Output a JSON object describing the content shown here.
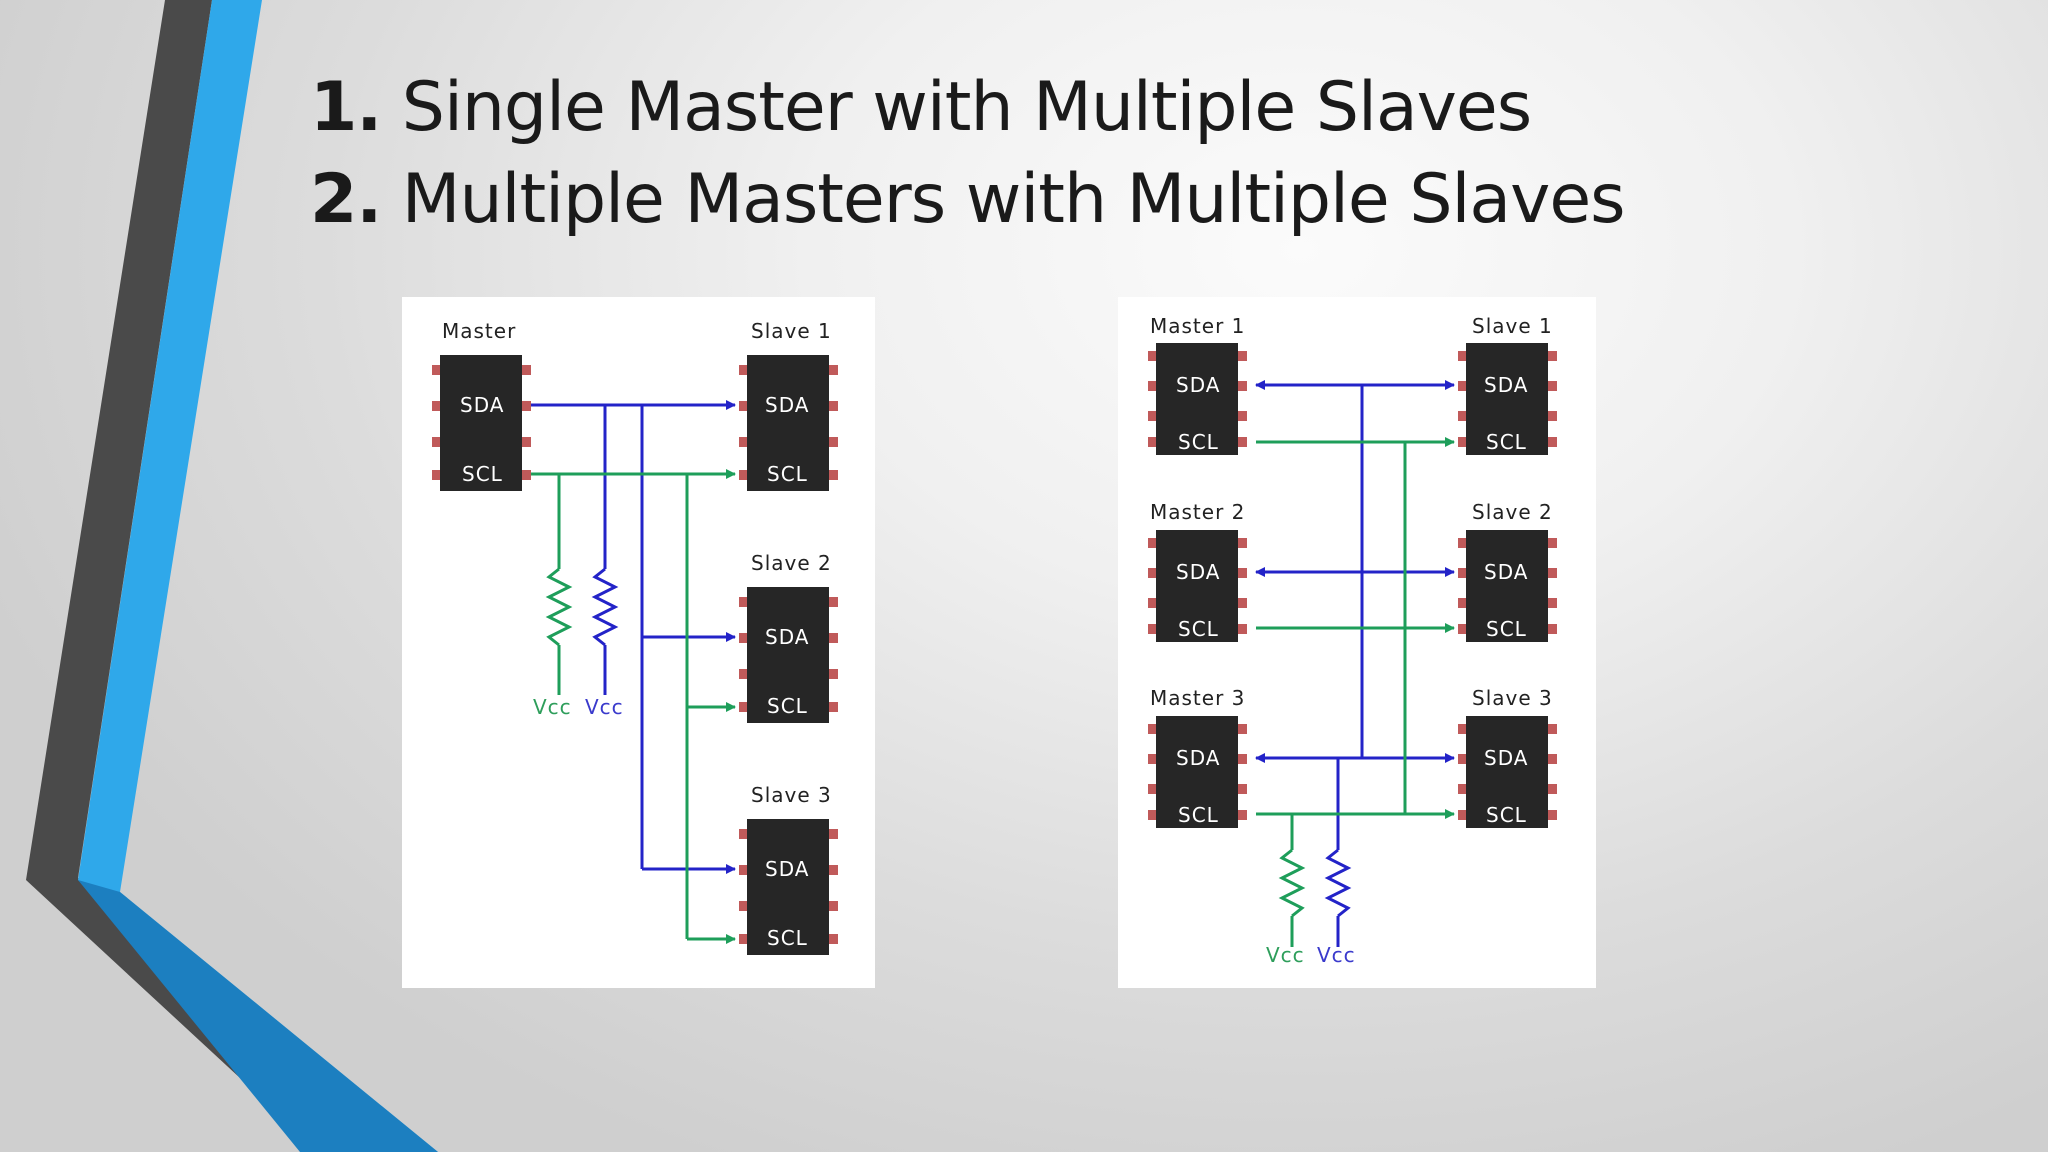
{
  "title": {
    "line1_num": "1.",
    "line1_text": "Single Master with Multiple Slaves",
    "line2_num": "2.",
    "line2_text": "Multiple Masters with Multiple Slaves"
  },
  "colors": {
    "sda_line": "#2323c8",
    "scl_line": "#1e9e5a",
    "chip_body": "#262626",
    "chip_pin": "#c05a5a",
    "accent_blue": "#29a3e6",
    "accent_dark": "#4a4a4a"
  },
  "left_diagram": {
    "master": {
      "name": "Master",
      "sda": "SDA",
      "scl": "SCL"
    },
    "slaves": [
      {
        "name": "Slave 1",
        "sda": "SDA",
        "scl": "SCL"
      },
      {
        "name": "Slave 2",
        "sda": "SDA",
        "scl": "SCL"
      },
      {
        "name": "Slave 3",
        "sda": "SDA",
        "scl": "SCL"
      }
    ],
    "vcc": [
      "Vcc",
      "Vcc"
    ]
  },
  "right_diagram": {
    "masters": [
      {
        "name": "Master 1",
        "sda": "SDA",
        "scl": "SCL"
      },
      {
        "name": "Master 2",
        "sda": "SDA",
        "scl": "SCL"
      },
      {
        "name": "Master 3",
        "sda": "SDA",
        "scl": "SCL"
      }
    ],
    "slaves": [
      {
        "name": "Slave 1",
        "sda": "SDA",
        "scl": "SCL"
      },
      {
        "name": "Slave 2",
        "sda": "SDA",
        "scl": "SCL"
      },
      {
        "name": "Slave 3",
        "sda": "SDA",
        "scl": "SCL"
      }
    ],
    "vcc": [
      "Vcc",
      "Vcc"
    ]
  }
}
